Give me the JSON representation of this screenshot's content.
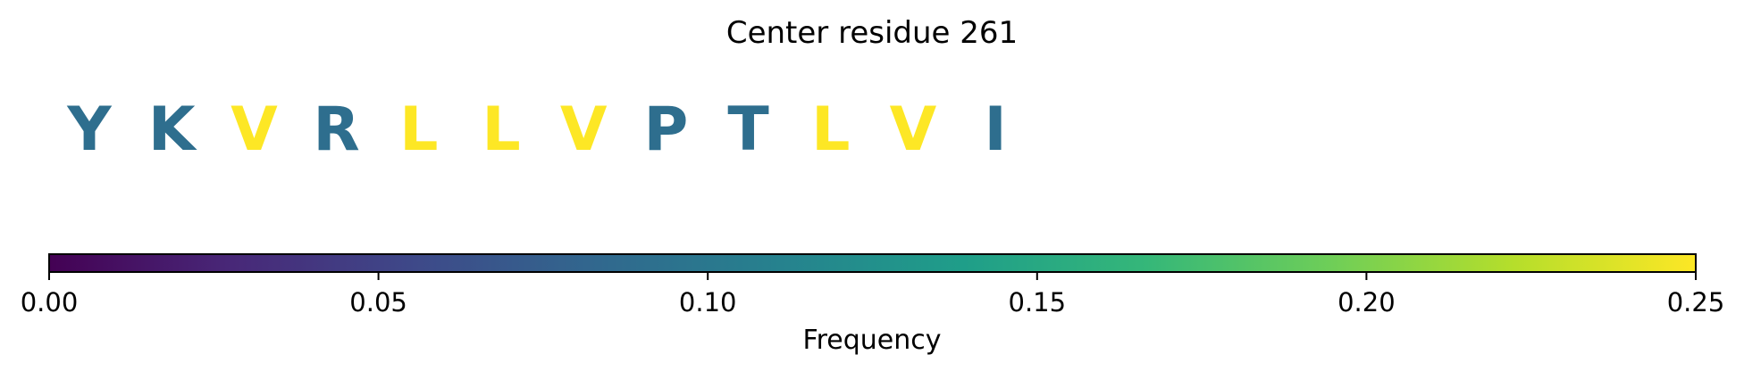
{
  "chart_data": {
    "type": "heatmap",
    "title": "Center residue 261",
    "sequence": [
      "Y",
      "K",
      "V",
      "R",
      "L",
      "L",
      "V",
      "P",
      "T",
      "L",
      "V",
      "I"
    ],
    "frequencies": [
      0.09,
      0.09,
      0.25,
      0.09,
      0.25,
      0.25,
      0.25,
      0.09,
      0.09,
      0.25,
      0.25,
      0.09
    ],
    "colorbar": {
      "label": "Frequency",
      "colormap": "viridis",
      "range": [
        0.0,
        0.25
      ],
      "ticks": [
        0.0,
        0.05,
        0.1,
        0.15,
        0.2,
        0.25
      ],
      "tick_labels": [
        "0.00",
        "0.05",
        "0.10",
        "0.15",
        "0.20",
        "0.25"
      ],
      "orientation": "horizontal"
    }
  },
  "colors": {
    "viridis_stops": [
      "#440154",
      "#482878",
      "#3e4989",
      "#31688e",
      "#26828e",
      "#1f9e89",
      "#35b779",
      "#6ece58",
      "#b5de2b",
      "#fde725"
    ]
  }
}
